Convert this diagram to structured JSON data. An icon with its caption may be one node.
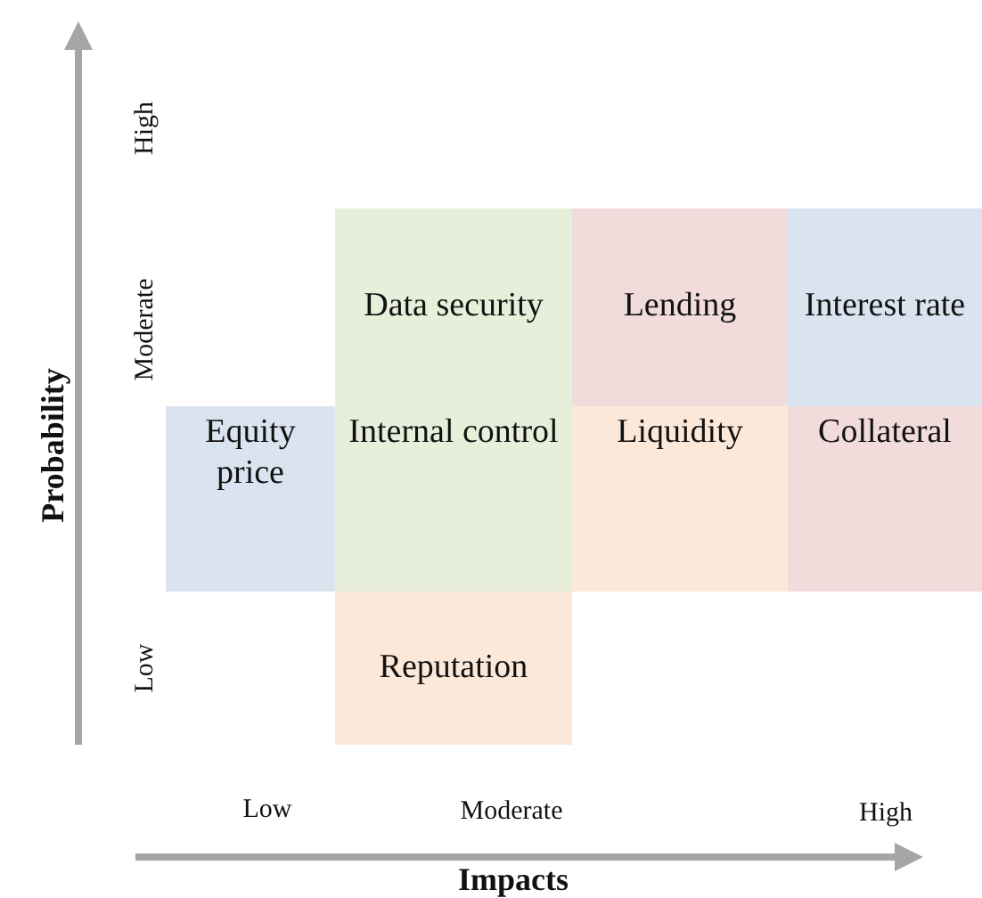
{
  "diagram": {
    "nodes": [
      {
        "text": [
          "Data security"
        ]
      },
      {
        "text": [
          "Lending"
        ]
      },
      {
        "text": [
          "Interest rate"
        ]
      },
      {
        "text": [
          "Equity price"
        ]
      },
      {
        "text": [
          "Internal control"
        ]
      },
      {
        "text": [
          "Liquidity"
        ]
      },
      {
        "text": [
          "Collateral"
        ]
      },
      {
        "text": [
          "Reputation"
        ]
      }
    ],
    "labels": [
      "Probability",
      "High",
      "Moderate",
      "Low",
      "Low",
      "Moderate",
      "High",
      "Impacts"
    ]
  }
}
